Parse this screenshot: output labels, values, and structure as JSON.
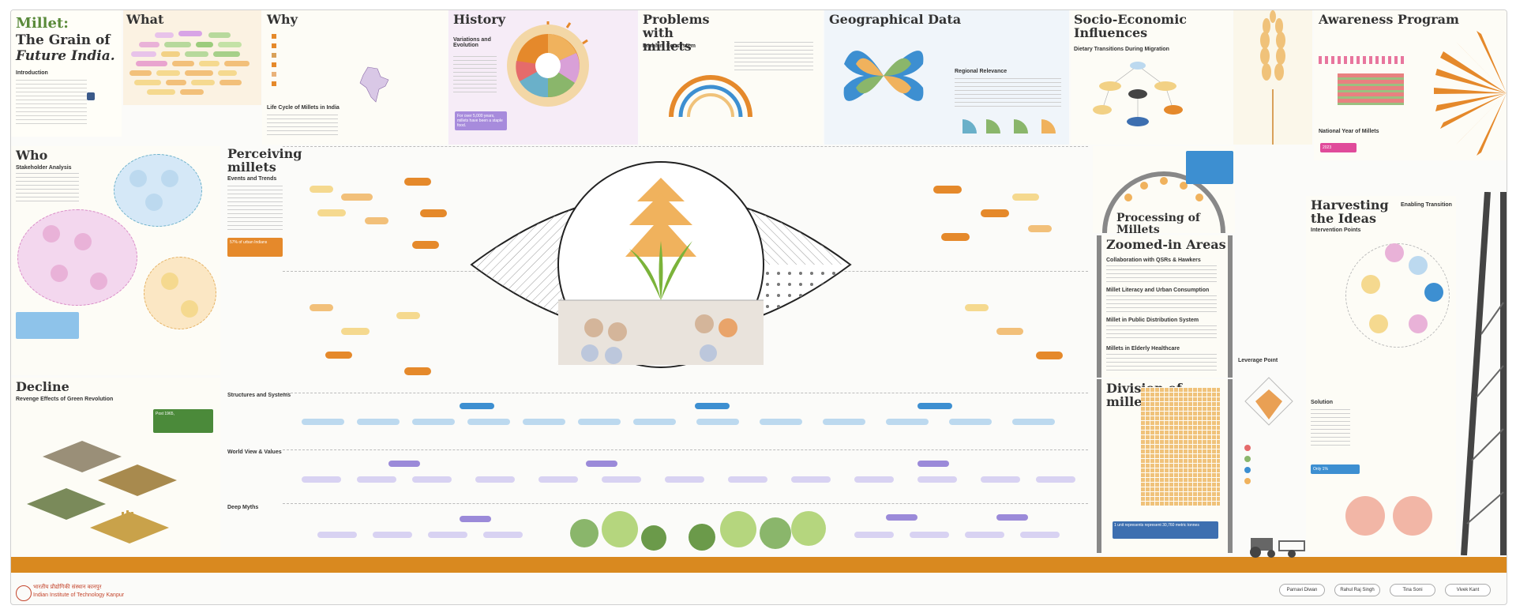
{
  "title": {
    "line1": "Millet:",
    "line2": "The Grain of",
    "line3": "Future India."
  },
  "sections": {
    "intro": "Introduction",
    "what": "What",
    "why": "Why",
    "history": "History",
    "problems": "Problems with millets",
    "geo": "Geographical Data",
    "socio": "Socio-Economic Influences",
    "awareness": "Awareness Program",
    "who": "Who",
    "perceiving": "Perceiving millets",
    "processing": "Processing of Millets",
    "zoomed": "Zoomed-in Areas",
    "division": "Division of millets",
    "harvesting": "Harvesting the Ideas",
    "decline": "Decline"
  },
  "subheads": {
    "lifecycle": "Life Cycle of Millets in India",
    "variations": "Variations and Evolution",
    "ecosystem": "Problem Ecosystem",
    "regional": "Regional Relevance",
    "dietary": "Dietary Transitions During Migration",
    "national_year": "National Year of Millets",
    "stakeholder": "Stakeholder Analysis",
    "events": "Events and Trends",
    "structures": "Structures and Systems",
    "worldview": "World View & Values",
    "deepmyths": "Deep Myths",
    "z1": "Collaboration with QSRs & Hawkers",
    "z2": "Millet Literacy and Urban Consumption",
    "z3": "Millet in Public Distribution System",
    "z4": "Millets in Elderly Healthcare",
    "intervention": "Intervention Points",
    "enabling": "Enabling Transition",
    "leverage": "Leverage Point",
    "solution": "Solution",
    "revenge": "Revenge Effects of Green Revolution"
  },
  "callouts": {
    "history": "For over 5,000 years, millets have been a staple food.",
    "urban": "57% of urban Indians",
    "post1965": "Post 1965,",
    "year2023": "2023",
    "only1": "Only 1%",
    "unit": "1 unit represents represent 30,760 metric tonnes"
  },
  "institute": {
    "hindi": "भारतीय प्रौद्योगिकी संस्थान कानपुर",
    "english": "Indian Institute of Technology Kanpur"
  },
  "authors": [
    "Parnavi Diwan",
    "Rahul Raj Singh",
    "Tina Soni",
    "Vivek Kant"
  ],
  "colors": {
    "orange": "#e5892b",
    "blue": "#3d8fd1",
    "green": "#8ab66b",
    "pink": "#e8769e",
    "purple": "#9b8ad9",
    "brown": "#8b5a22"
  }
}
